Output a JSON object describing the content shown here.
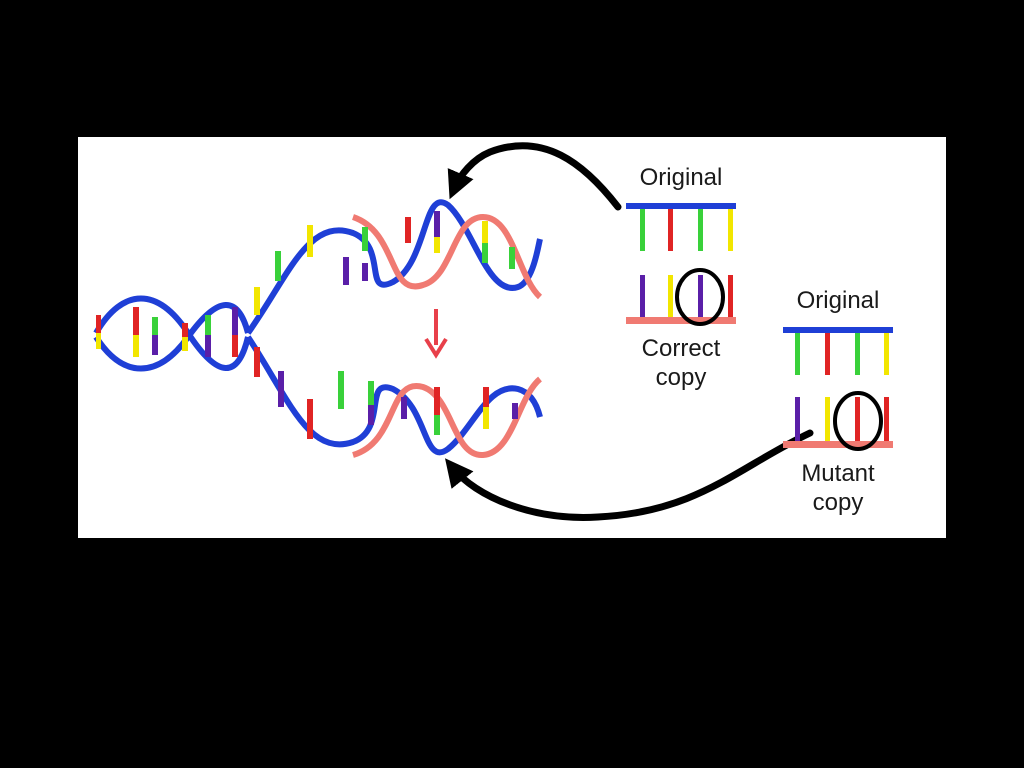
{
  "labels": {
    "original_top": "Original",
    "correct_copy_line1": "Correct",
    "correct_copy_line2": "copy",
    "original_bottom": "Original",
    "mutant_copy_line1": "Mutant",
    "mutant_copy_line2": "copy"
  },
  "colors": {
    "background": "#000000",
    "panel": "#ffffff",
    "original_strand": "#1f3fd6",
    "copy_strand": "#f07a72",
    "base_green": "#39d13a",
    "base_red": "#e02424",
    "base_yellow": "#f2e600",
    "base_purple": "#5a1fa8",
    "arrow_red": "#e8404a",
    "arrow_black": "#000000"
  },
  "icons": [
    "mismatch-circle-icon",
    "replication-arrow-icon",
    "down-arrow-icon"
  ]
}
